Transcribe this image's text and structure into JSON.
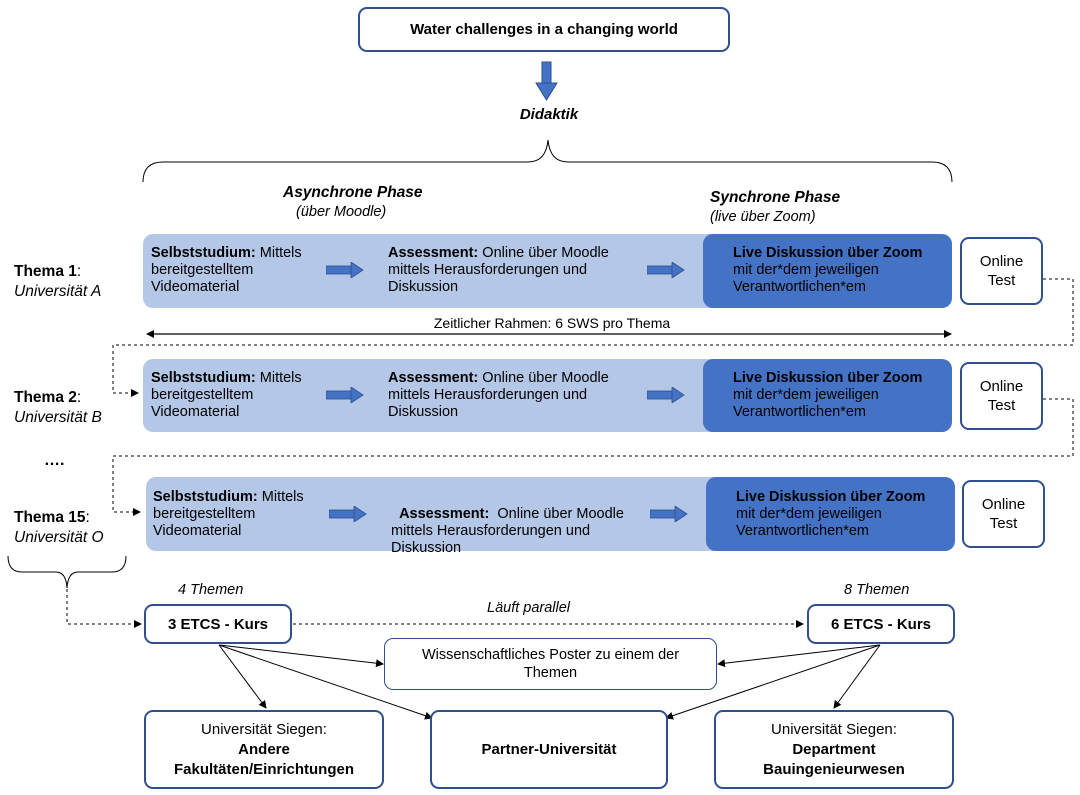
{
  "title": "Water challenges in a changing world",
  "didaktik": "Didaktik",
  "phases": {
    "async_title": "Asynchrone Phase",
    "async_sub": "(über Moodle)",
    "sync_title": "Synchrone Phase",
    "sync_sub": "(live über Zoom)"
  },
  "timeframe": "Zeitlicher Rahmen: 6 SWS pro Thema",
  "ellipsis": "….",
  "rows": [
    {
      "thema": "Thema 1",
      "thema_colon": ":",
      "uni": "Universität A",
      "self_bold": "Selbststudium:",
      "self_text": " Mittels bereitgestelltem Videomaterial",
      "assess_bold": "Assessment:",
      "assess_text": " Online über Moodle mittels Herausforderungen und Diskussion",
      "live_bold": "Live Diskussion über Zoom",
      "live_text": "mit der*dem jeweiligen Verantwortlichen*em",
      "test": "Online Test"
    },
    {
      "thema": "Thema 2",
      "thema_colon": ":",
      "uni": "Universität B",
      "self_bold": "Selbststudium:",
      "self_text": " Mittels bereitgestelltem Videomaterial",
      "assess_bold": "Assessment:",
      "assess_text": " Online über Moodle mittels Herausforderungen und Diskussion",
      "live_bold": "Live Diskussion über Zoom",
      "live_text": "mit der*dem jeweiligen Verantwortlichen*em",
      "test": "Online Test"
    },
    {
      "thema": "Thema 15",
      "thema_colon": ":",
      "uni": "Universität O",
      "self_bold": "Selbststudium:",
      "self_text": " Mittels bereitgestelltem Videomaterial",
      "assess_bold": "Assessment:",
      "assess_text": "  Online über Moodle mittels Herausforderungen und Diskussion",
      "live_bold": "Live Diskussion über Zoom",
      "live_text": "mit der*dem jeweiligen Verantwortlichen*em",
      "test": "Online Test"
    }
  ],
  "courses": {
    "left_count": "4 Themen",
    "left_label": "3 ETCS - Kurs",
    "right_count": "8 Themen",
    "right_label": "6 ETCS - Kurs",
    "parallel": "Läuft parallel"
  },
  "poster": "Wissenschaftliches Poster zu einem der Themen",
  "targets": {
    "left_line1": "Universität Siegen:",
    "left_line2": "Andere Fakultäten/Einrichtungen",
    "middle": "Partner-Universität",
    "right_line1": "Universität Siegen:",
    "right_line2": "Department Bauingenieurwesen"
  },
  "colors": {
    "async_fill": "#b4c7e7",
    "sync_fill": "#4472c4",
    "border": "#2f4f8f",
    "arrow": "#4472c4"
  }
}
